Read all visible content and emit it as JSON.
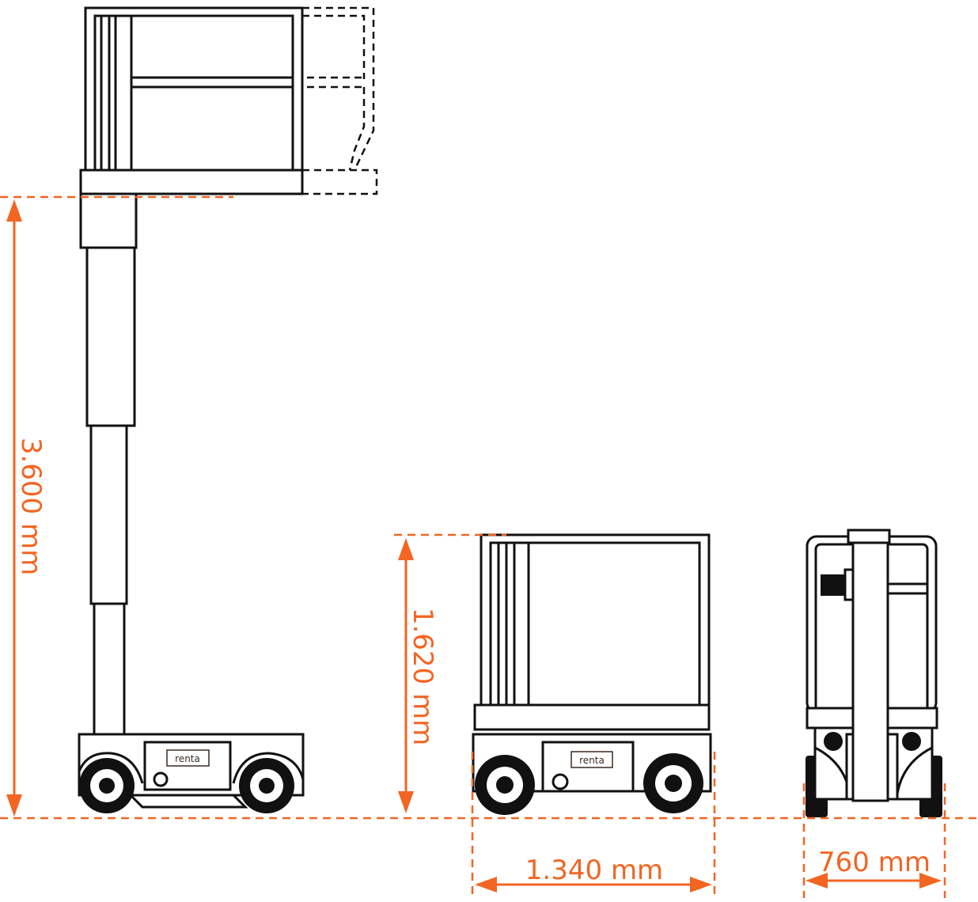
{
  "colors": {
    "dimension": "#f26522",
    "line": "#111111"
  },
  "dimensions": {
    "working_height": "3.600 mm",
    "stowed_height": "1.620 mm",
    "length": "1.340 mm",
    "width": "760 mm"
  },
  "logo": "renta"
}
